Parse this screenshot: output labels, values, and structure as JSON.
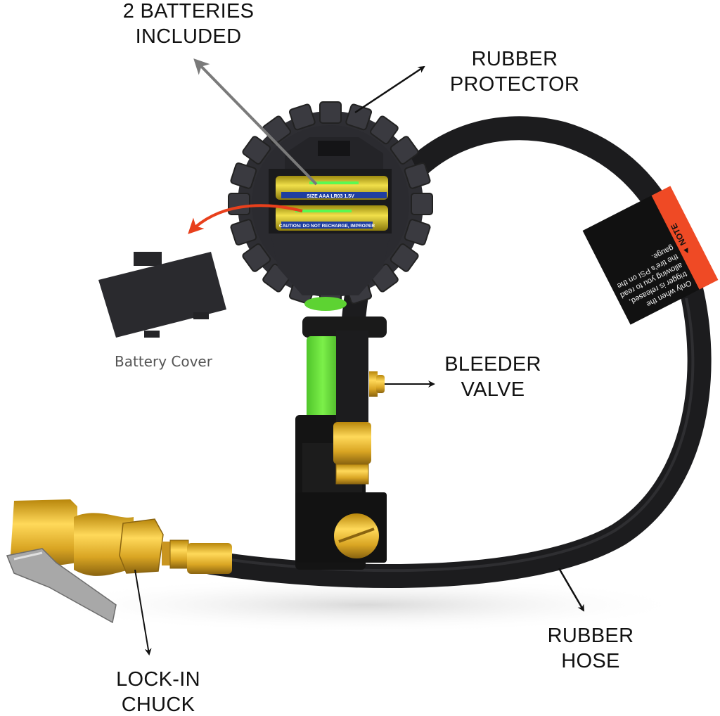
{
  "diagram": {
    "type": "product-callout",
    "subject": "Digital tire inflator gauge with hose and chuck",
    "colors": {
      "background": "#ffffff",
      "gauge_rubber": "#2e2e33",
      "hose": "#1c1c1e",
      "brass": "#d9a523",
      "handle_green": "#66e03a",
      "arrow_black": "#111111",
      "arrow_gray": "#7a7a7a",
      "arrow_red": "#e8401c",
      "note_red": "#ef4a25"
    }
  },
  "labels": {
    "batteries": {
      "line1": "2 BATTERIES",
      "line2": "INCLUDED"
    },
    "rubber_protector": {
      "line1": "RUBBER",
      "line2": "PROTECTOR"
    },
    "bleeder_valve": {
      "line1": "BLEEDER",
      "line2": "VALVE"
    },
    "rubber_hose": {
      "line1": "RUBBER",
      "line2": "HOSE"
    },
    "lock_in_chuck": {
      "line1": "LOCK-IN",
      "line2": "CHUCK"
    },
    "battery_cover": "Battery Cover"
  },
  "battery_text": {
    "top": "SIZE AAA LR03 1.5V",
    "bottom": "CAUTION: DO NOT RECHARGE, IMPROPER"
  },
  "note_tag": {
    "title": "▲ NOTE",
    "text": "Only when the trigger is released, allowing you to read the tire's PSI on the gauge."
  }
}
